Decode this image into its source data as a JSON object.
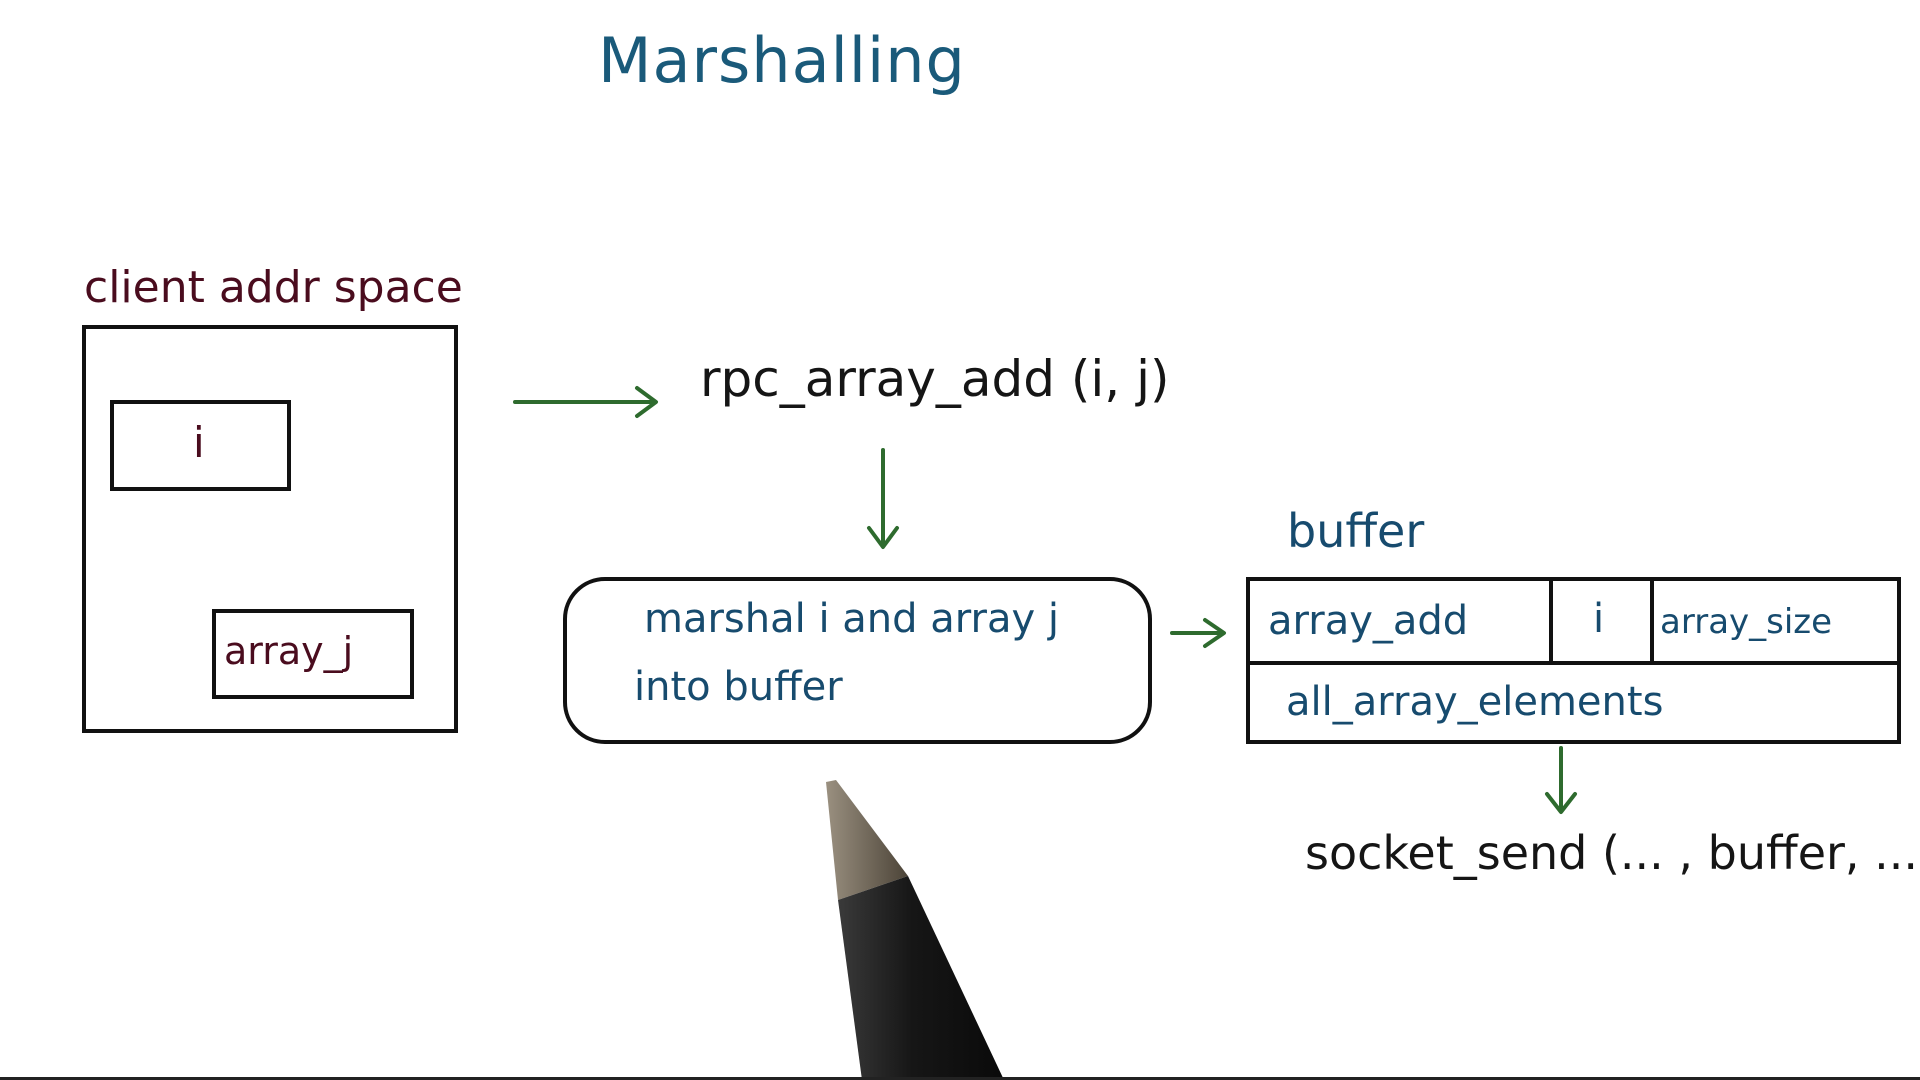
{
  "title": "Marshalling",
  "client": {
    "label": "client addr space",
    "var_i": "i",
    "var_array_j": "array_j"
  },
  "rpc_call": "rpc_array_add (i, j)",
  "marshal_step": {
    "line1": "marshal  i and array j",
    "line2": "into buffer"
  },
  "buffer": {
    "label": "buffer",
    "cells": [
      "array_add",
      "i",
      "array_size"
    ],
    "elements_row": "all_array_elements"
  },
  "send_call": "socket_send (... , buffer, ...)",
  "colors": {
    "title": "#1a5a7a",
    "client_text": "#4a0c1e",
    "marshal_text": "#174b6e",
    "arrows": "#2e6b2e",
    "outline": "#111111"
  }
}
